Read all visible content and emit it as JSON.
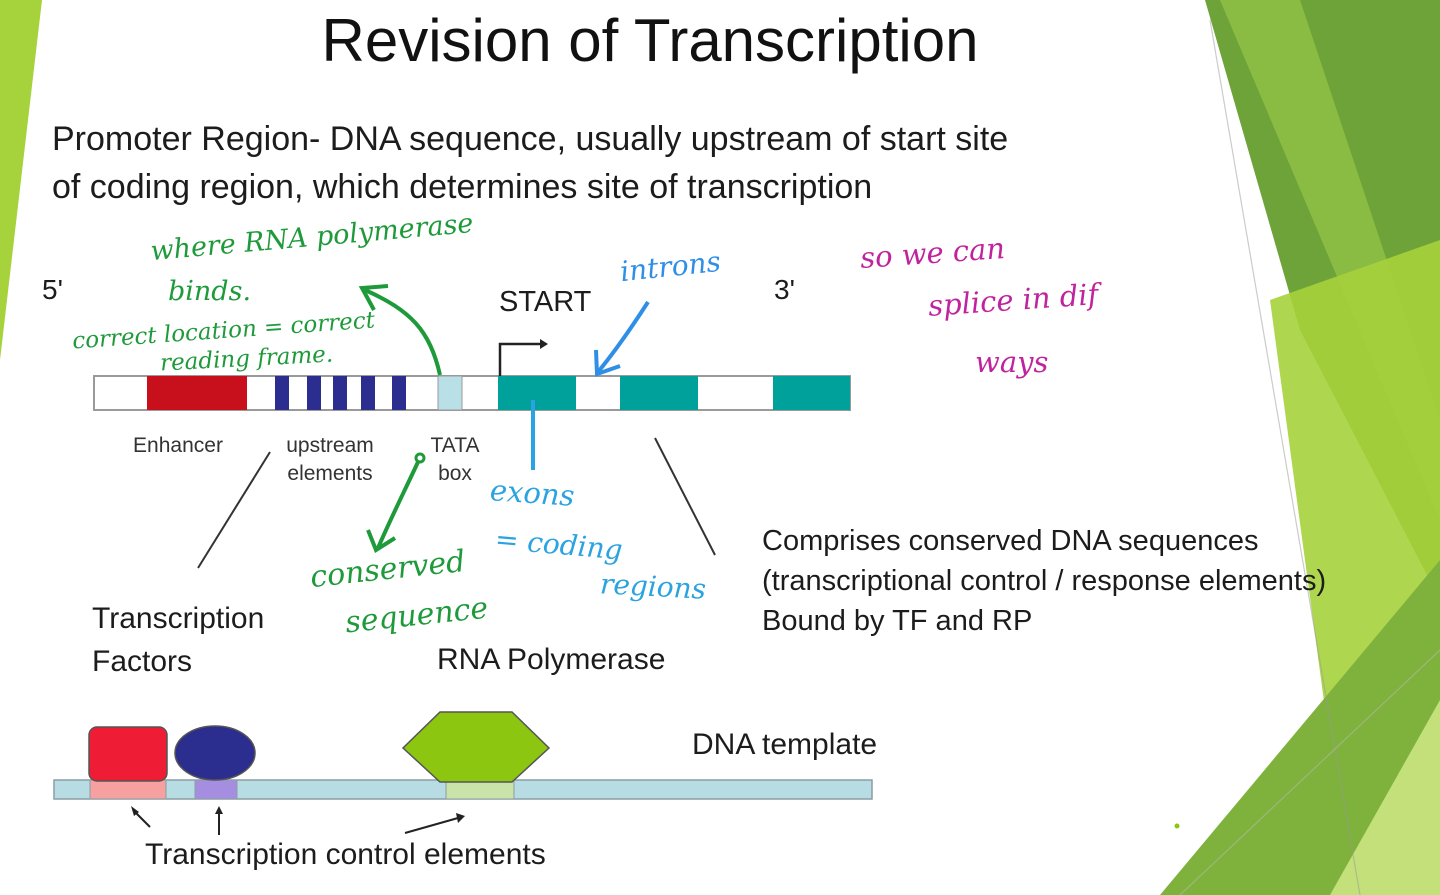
{
  "title": "Revision of Transcription",
  "subtitle_lines": [
    "Promoter Region- DNA sequence, usually upstream of start site",
    "of coding region, which determines site of transcription"
  ],
  "strand": {
    "five_prime": "5'",
    "three_prime": "3'",
    "start": "START"
  },
  "regions": {
    "enhancer": "Enhancer",
    "upstream_line1": "upstream",
    "upstream_line2": "elements",
    "tata_line1": "TATA",
    "tata_line2": "box"
  },
  "factors": {
    "tf_line1": "Transcription",
    "tf_line2": "Factors",
    "rna_polymerase": "RNA Polymerase",
    "dna_template": "DNA template",
    "control_elements": "Transcription control elements"
  },
  "note_lines": [
    "Comprises conserved DNA sequences",
    "(transcriptional control / response elements)",
    "Bound by TF and RP"
  ],
  "handwritten": {
    "rna_pol_line1": "where RNA polymerase",
    "rna_pol_line2": "binds.",
    "location_line1": "correct location = correct",
    "location_line2": "reading frame.",
    "introns": "introns",
    "splice_line1": "so we can",
    "splice_line2": "splice in dif",
    "splice_line3": "ways",
    "exons_line1": "exons",
    "exons_line2": "= coding",
    "exons_line3": "regions",
    "conserved_line1": "conserved",
    "conserved_line2": "sequence"
  },
  "colors": {
    "enhancer": "#c8101c",
    "upstream": "#2b2d8f",
    "tata": "#b9e0e6",
    "exon": "#00a09b",
    "template": "#b7dce3",
    "tf_red": "#ef1c35",
    "tf_pink": "#f6a0a0",
    "tf_blue": "#2b2d8f",
    "tf_purple": "#a58ee0",
    "rna_pol": "#8cc610",
    "rna_pol_site": "#c9e3a8",
    "pen_green": "#1f9a3a",
    "pen_blue": "#2aa3e0",
    "pen_magenta": "#c0239e",
    "bg_green_light": "#a6d23c",
    "bg_green_dark": "#6ea33a"
  }
}
